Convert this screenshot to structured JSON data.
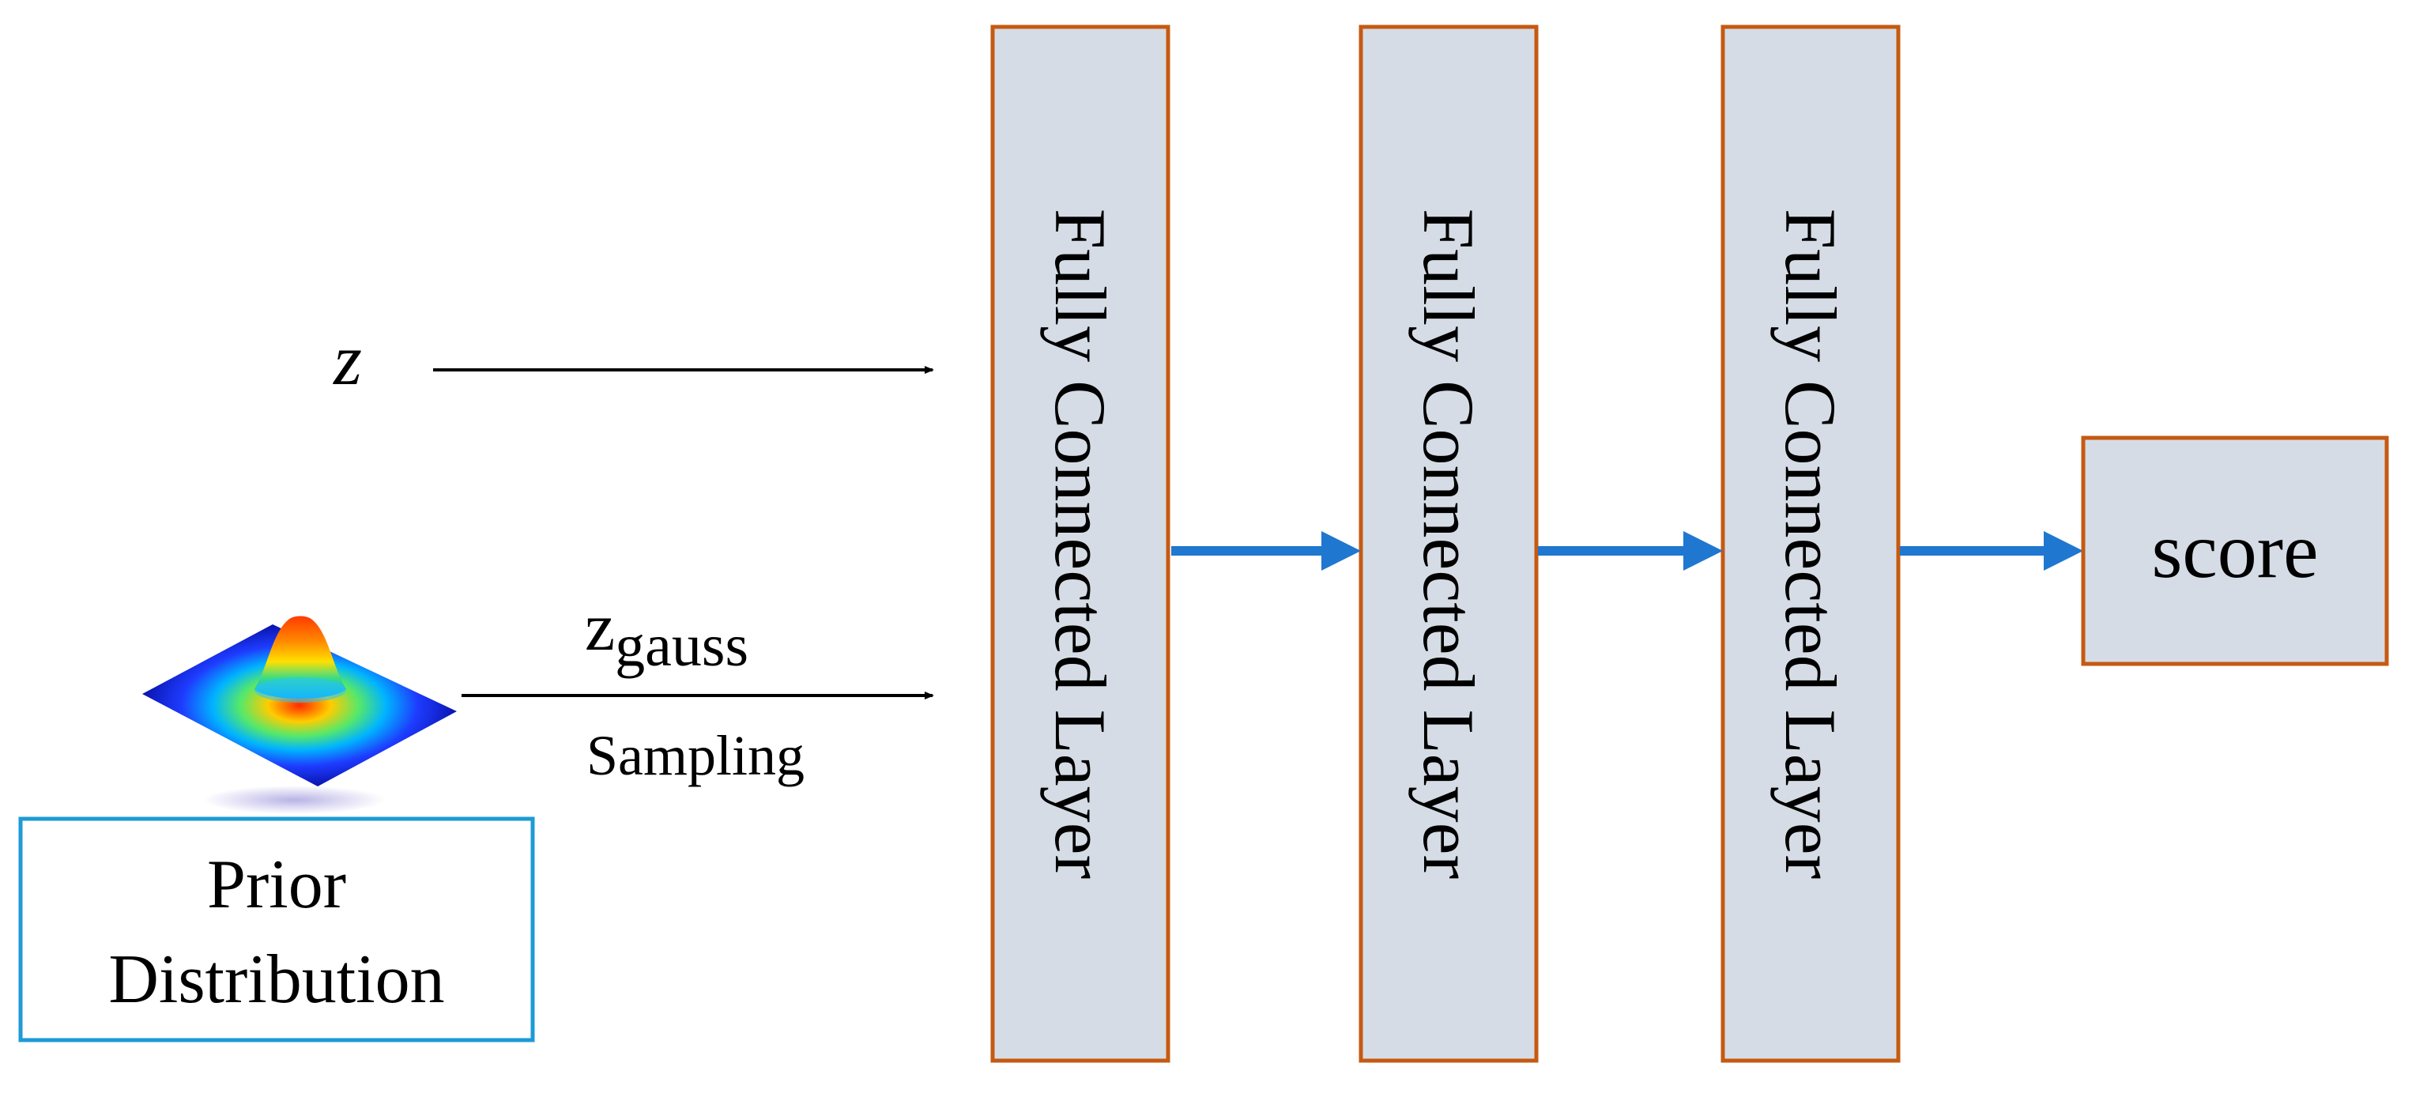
{
  "inputs": {
    "z_label": "z",
    "zgauss_main": "z",
    "zgauss_sub": "gauss",
    "sampling_label": "Sampling",
    "prior_box_line1": "Prior",
    "prior_box_line2": "Distribution"
  },
  "layers": [
    {
      "label": "Fully Connected Layer"
    },
    {
      "label": "Fully Connected Layer"
    },
    {
      "label": "Fully Connected Layer"
    }
  ],
  "output": {
    "label": "score"
  },
  "colors": {
    "layer_fill": "#d6dce5",
    "layer_border": "#c55a11",
    "arrow_blue": "#1f77d0",
    "arrow_black": "#000000",
    "prior_border": "#1e9ad6"
  },
  "icons": {
    "prior_plot": "gaussian-surface-icon"
  }
}
